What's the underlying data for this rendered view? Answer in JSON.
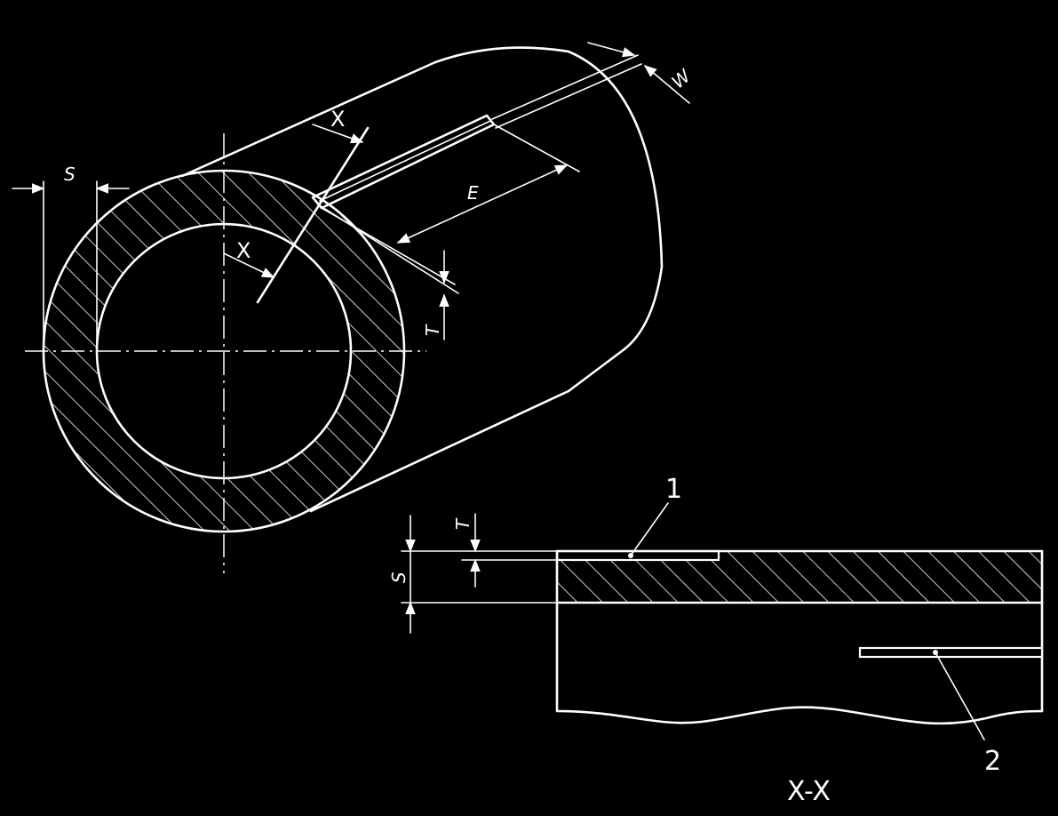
{
  "labels": {
    "s_top": "S",
    "x_top": "X",
    "x_mid": "X",
    "e": "E",
    "w": "W",
    "t_right": "T",
    "t_section": "T",
    "s_section": "S",
    "callout_1": "1",
    "callout_2": "2",
    "section_title": "X-X"
  },
  "colors": {
    "background": "#000000",
    "line": "#ffffff"
  }
}
